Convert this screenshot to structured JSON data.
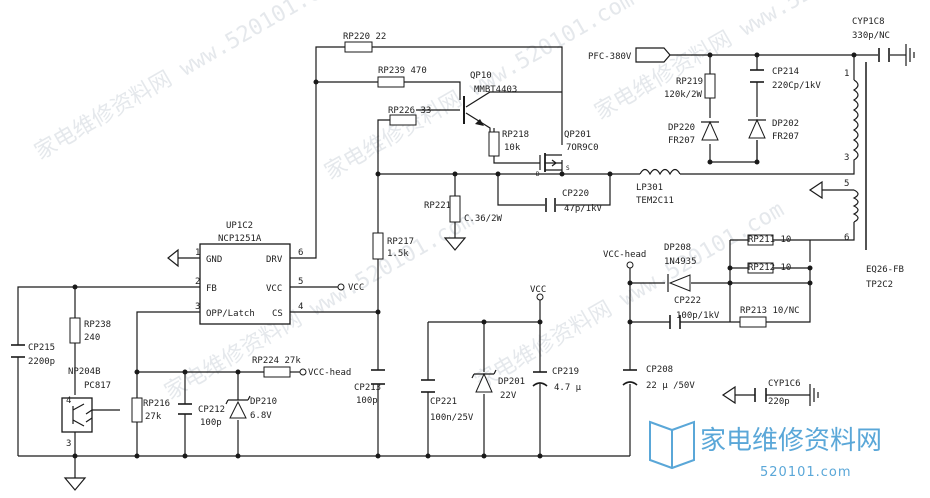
{
  "labels": {
    "rp220": "RP220 22",
    "rp239": "RP239 470",
    "qp10": "QP10",
    "qp10_part": "MMBT4403",
    "rp226": "RP226 33",
    "rp218": "RP218",
    "rp218_val": "10k",
    "qp201": "QP201",
    "qp201_part": "7OR9C0",
    "rp221": "RP221",
    "rp221_val": "C.36/2W",
    "cp220": "CP220",
    "cp220_val": "47p/1kV",
    "lp301": "LP301",
    "lp301_part": "TEM2C11",
    "pfc": "PFC-380V",
    "rp219": "RP219",
    "rp219_val": "120k/2W",
    "cp214": "CP214",
    "cp214_val": "220Cp/1kV",
    "dp220": "DP220",
    "dp220_part": "FR207",
    "dp202": "DP202",
    "dp202_part": "FR207",
    "cyp108": "CYP1C8",
    "cyp108_val": "330p/NC",
    "pin1": "1",
    "pin3": "3",
    "pin5": "5",
    "pin6": "6",
    "transformer": "EQ26-FB",
    "transformer_part": "TP2C2",
    "up102": "UP1C2",
    "up102_part": "NCP1251A",
    "ic_gnd": "GND",
    "ic_fb": "FB",
    "ic_opp": "OPP/Latch",
    "ic_drv": "DRV",
    "ic_vcc": "VCC",
    "ic_cs": "CS",
    "ic_p1": "1",
    "ic_p2": "2",
    "ic_p3": "3",
    "ic_p4": "4",
    "ic_p5": "5",
    "ic_p6": "6",
    "vcc_a": "VCC",
    "vcc_b": "VCC",
    "vcc_head_a": "VCC-head",
    "vcc_head_b": "VCC-head",
    "rp217": "RP217",
    "rp217_val": "1.5k",
    "rp224": "RP224 27k",
    "cp215": "CP215",
    "cp215_val": "2200p",
    "rp238": "RP238",
    "rp238_val": "240",
    "np204b": "NP204B",
    "np204b_part": "PC817",
    "opto_p4": "4",
    "opto_p3": "3",
    "rp216": "RP216",
    "rp216_val": "27k",
    "cp212": "CP212",
    "cp212_val": "100p",
    "dp210": "DP210",
    "dp210_val": "6.8V",
    "cp213": "CP213",
    "cp213_val": "100p",
    "cp221": "CP221",
    "cp221_val": "100n/25V",
    "dp201": "DP201",
    "dp201_val": "22V",
    "cp219": "CP219",
    "cp219_val": "4.7 μ",
    "dp208": "DP208",
    "dp208_part": "1N4935",
    "rp211": "RP211 10",
    "rp212": "RP212 10",
    "rp213": "RP213 10/NC",
    "cp222": "CP222",
    "cp222_val": "100p/1kV",
    "cp208": "CP208",
    "cp208_val": "22 μ /50V",
    "cyp106": "CYP1C6",
    "cyp106_val": "220p",
    "drain_d": "D",
    "drain_s": "S"
  },
  "watermark": {
    "brand": "家电维修资料网",
    "url": "520101.com",
    "bg_text": "家电维修资料网 www.520101.com"
  },
  "colors": {
    "wire": "#1a1a1a",
    "watermark": "#5aa7d8",
    "watermark_faint": "#cfd6dc"
  }
}
